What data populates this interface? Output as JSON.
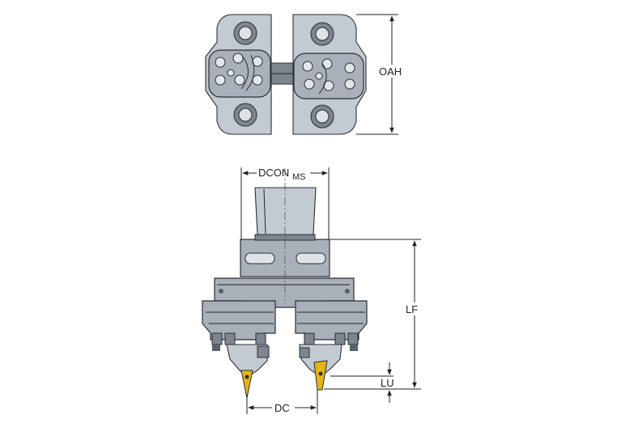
{
  "labels": {
    "oah": "OAH",
    "dcon": "DCON",
    "dcon_sub": "MS",
    "lf": "LF",
    "lu": "LU",
    "dc": "DC"
  },
  "colors": {
    "body": "#a9b0b9",
    "body_light": "#c4cad2",
    "body_dark": "#7e858f",
    "insert": "#e6b414",
    "outline": "#2b2f35"
  }
}
